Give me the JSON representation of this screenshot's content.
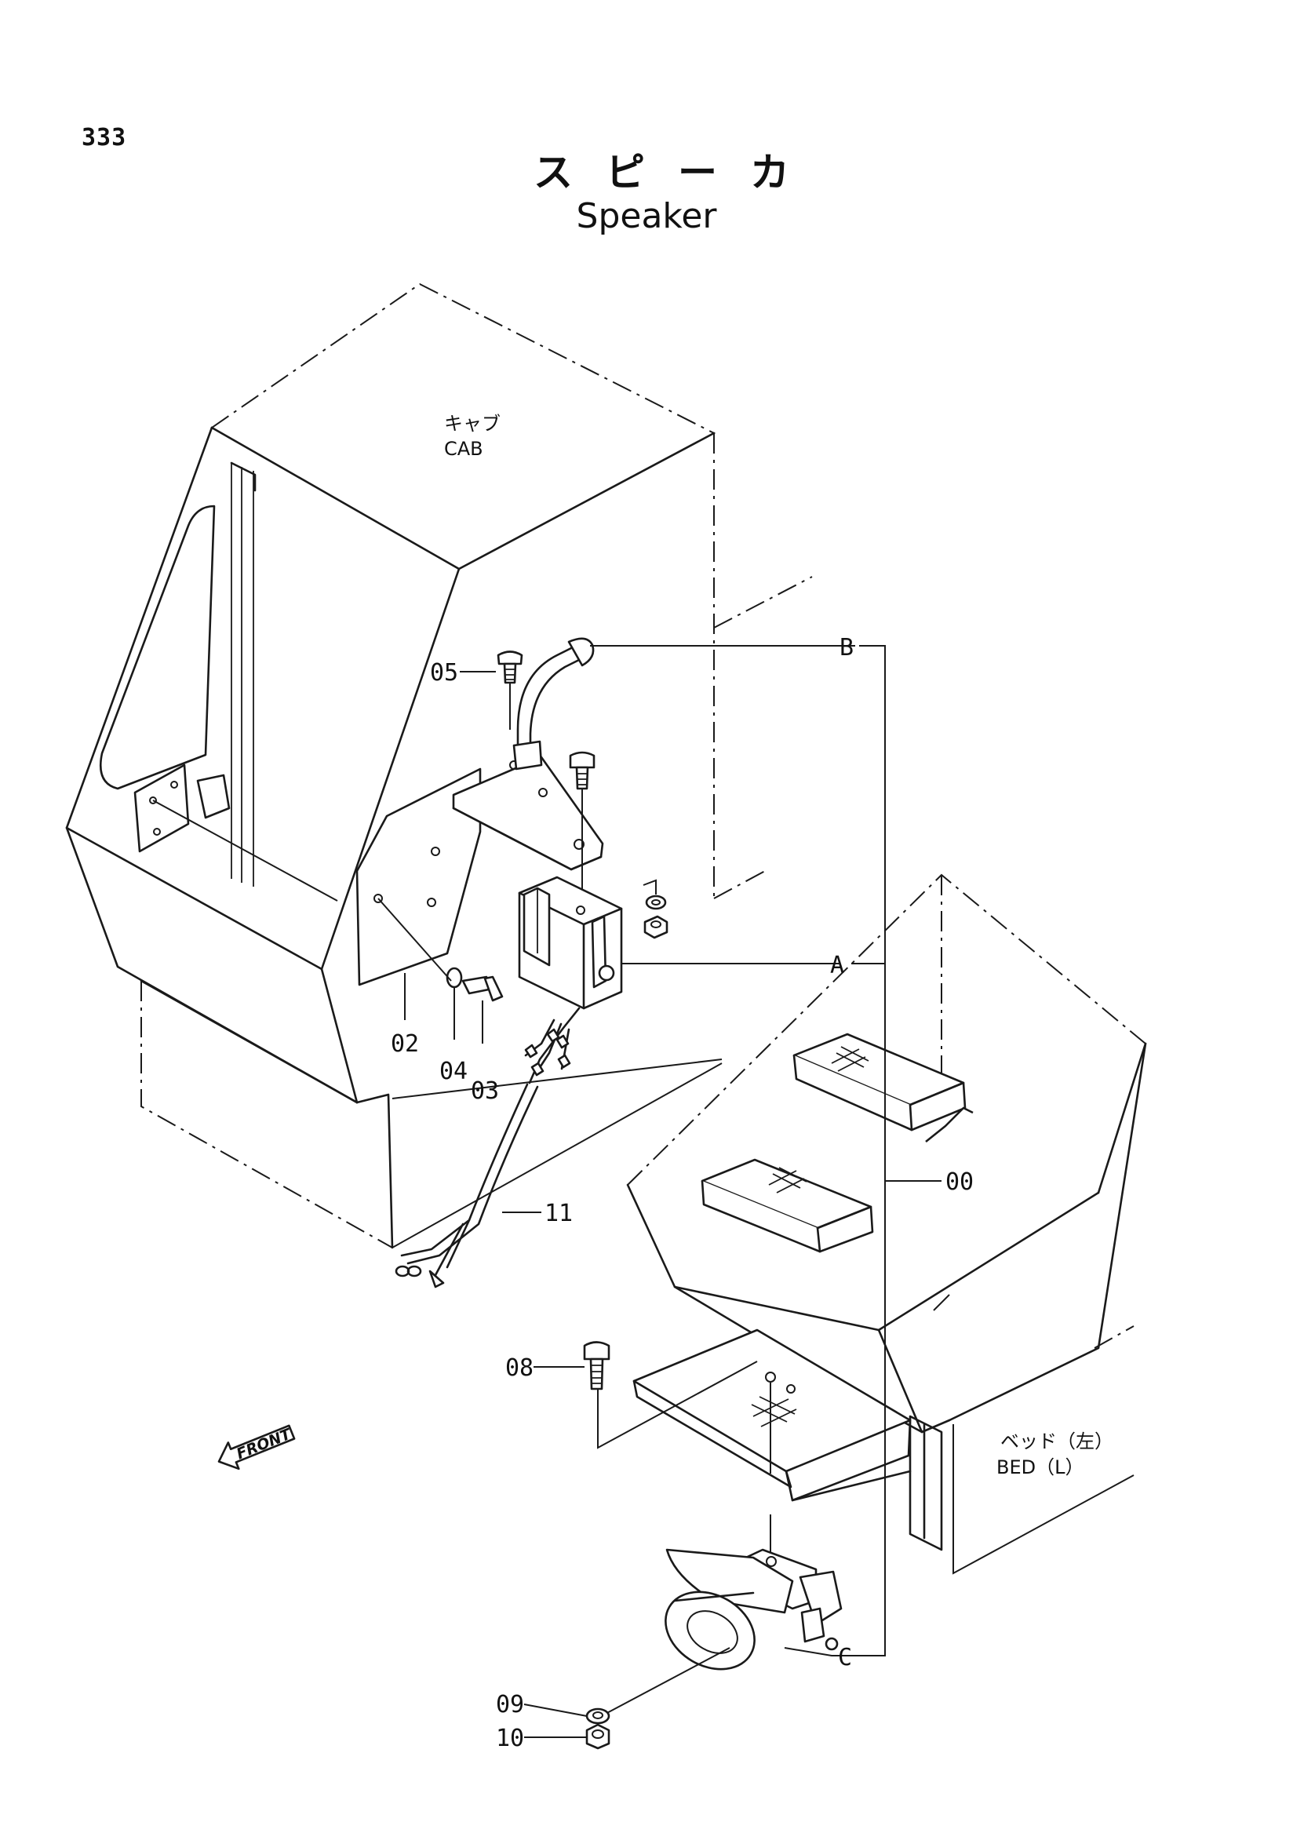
{
  "page_number": "333",
  "title_jp": "スピーカ",
  "title_en": "Speaker",
  "labels": {
    "cab_jp": "キャブ",
    "cab_en": "CAB",
    "bed_jp": "ベッド（左）",
    "bed_en": "BED（L）",
    "front": "FRONT"
  },
  "callouts": {
    "p00": "00",
    "p02": "02",
    "p03": "03",
    "p04": "04",
    "p05": "05",
    "p08": "08",
    "p09": "09",
    "p10": "10",
    "p11": "11",
    "ref_a": "A",
    "ref_b": "B",
    "ref_c": "C"
  }
}
